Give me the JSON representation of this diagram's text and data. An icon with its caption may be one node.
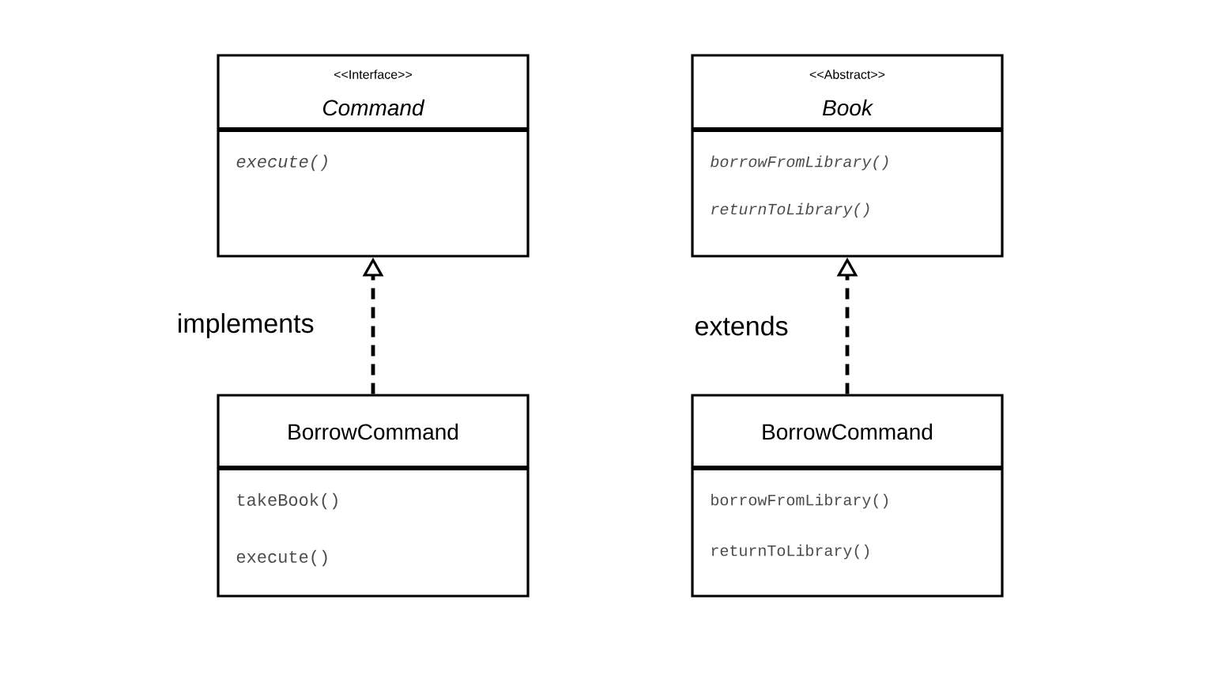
{
  "diagram": {
    "nodes": [
      {
        "text": [
          "<<Interface>>",
          "Command",
          "execute()"
        ]
      },
      {
        "text": [
          "<<Abstract>>",
          "Book",
          "borrowFromLibrary()",
          "returnToLibrary()"
        ]
      },
      {
        "text": [
          "BorrowCommand",
          "takeBook()",
          "execute()"
        ]
      },
      {
        "text": [
          "BorrowCommand",
          "borrowFromLibrary()",
          "returnToLibrary()"
        ]
      }
    ],
    "edges": [
      {
        "from": 2,
        "to": 0,
        "arrow": "to",
        "style": "dashed",
        "label": "implements"
      },
      {
        "from": 3,
        "to": 1,
        "arrow": "to",
        "style": "dashed",
        "label": "extends"
      }
    ]
  }
}
